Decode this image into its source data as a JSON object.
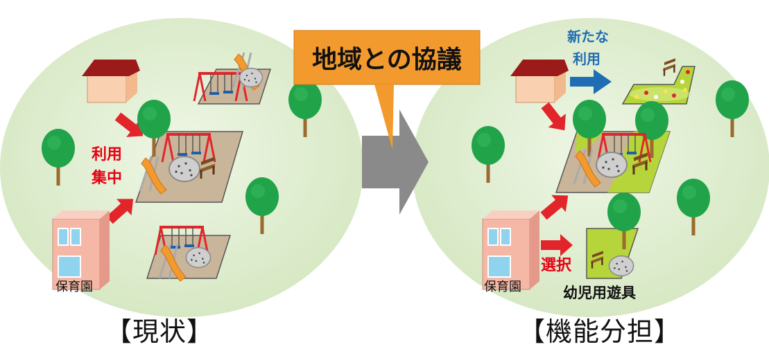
{
  "left_panel": {
    "caption": "【現状】",
    "facility_label": "保育園",
    "concentration_label_line1": "利用",
    "concentration_label_line2": "集中"
  },
  "center": {
    "callout_text": "地域との協議"
  },
  "right_panel": {
    "caption": "【機能分担】",
    "facility_label": "保育園",
    "new_use_line1": "新たな",
    "new_use_line2": "利用",
    "choice_label": "選択",
    "infant_equipment_label": "幼児用遊具"
  },
  "colors": {
    "panel_fill": "#e3efd6",
    "red_text": "#e60012",
    "blue_text": "#1f6db3",
    "callout_fill": "#f39a2e",
    "center_arrow": "#8a8a8a"
  }
}
